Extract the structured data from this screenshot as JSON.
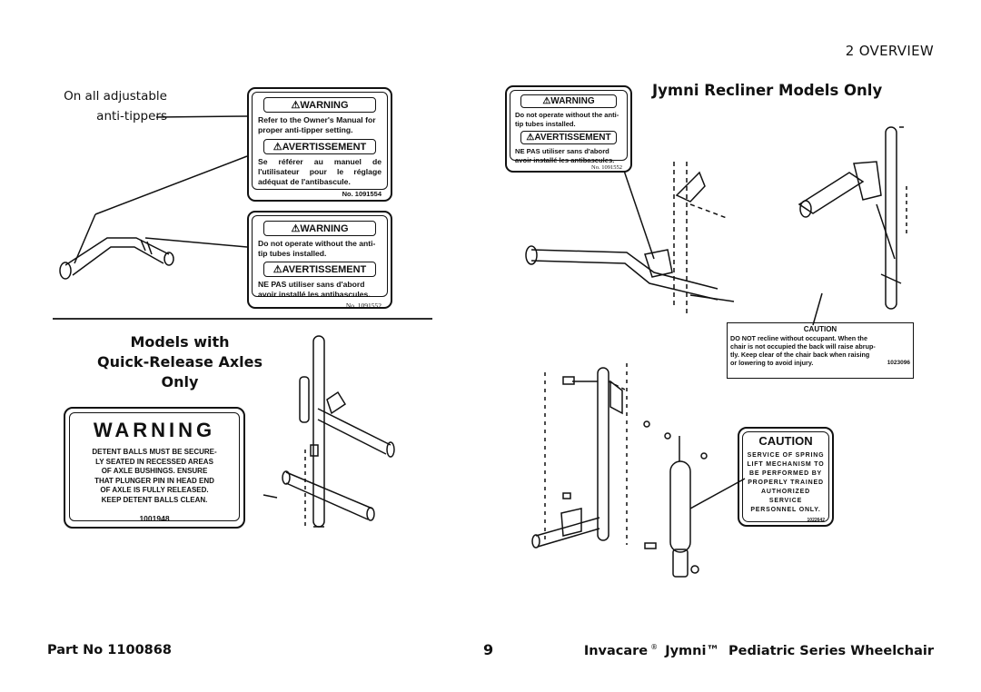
{
  "header": {
    "section": "2  OVERVIEW"
  },
  "left_note": {
    "line1": "On all adjustable",
    "line2": "anti-tippers"
  },
  "label_adjust": {
    "warning_title": "⚠WARNING",
    "warning_text": "Refer to the Owner's Manual for proper anti-tipper setting.",
    "avert_title": "⚠AVERTISSEMENT",
    "avert_text": "Se référer au manuel de l'utilisateur pour le réglage adéquat de l'antibascule.",
    "number": "No. 1091554"
  },
  "label_tip": {
    "warning_title": "⚠WARNING",
    "warning_text": "Do not operate without the anti-tip tubes installed.",
    "avert_title": "⚠AVERTISSEMENT",
    "avert_text": "NE PAS utiliser sans d'abord avoir installé les antibascules.",
    "number": "No. 1091552"
  },
  "label_tip_small": {
    "warning_title": "⚠WARNING",
    "warning_text": "Do not operate without the anti-tip tubes installed.",
    "avert_title": "⚠AVERTISSEMENT",
    "avert_text": "NE PAS utiliser sans d'abord avoir installé les antibascules.",
    "number": "No. 1091552"
  },
  "recliner": {
    "title": "Jymni Recliner Models Only"
  },
  "quick_release": {
    "title_line1": "Models with",
    "title_line2": "Quick-Release Axles Only"
  },
  "warning_big": {
    "title": "WARNING",
    "lines": [
      "DETENT BALLS MUST BE SECURE-",
      "LY SEATED IN RECESSED AREAS",
      "OF AXLE BUSHINGS. ENSURE",
      "THAT PLUNGER PIN IN HEAD END",
      "OF AXLE IS FULLY RELEASED.",
      "KEEP DETENT BALLS CLEAN."
    ],
    "number": "1001948"
  },
  "caution_recline": {
    "title": "CAUTION",
    "lines": [
      "DO NOT recline without occupant. When the",
      "chair is not occupied the back will raise abrup-",
      "tly. Keep clear of the chair back when raising",
      "or lowering to avoid injury."
    ],
    "number": "1023096"
  },
  "caution_spring": {
    "title": "CAUTION",
    "lines": [
      "SERVICE OF SPRING",
      "LIFT MECHANISM TO",
      "BE PERFORMED BY",
      "PROPERLY TRAINED",
      "AUTHORIZED SERVICE",
      "PERSONNEL ONLY."
    ],
    "number": "1022642"
  },
  "footer": {
    "part": "Part No 1100868",
    "page": "9",
    "brand": "Invacare",
    "reg": "®",
    "product": "Jymni",
    "tm": "™",
    "series": "Pediatric Series Wheelchair"
  }
}
